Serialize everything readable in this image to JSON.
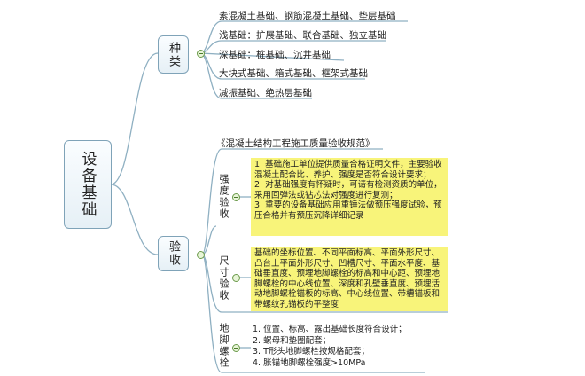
{
  "root": {
    "label": "设备基础"
  },
  "types": {
    "label": "种类",
    "items": [
      "素混凝土基础、钢筋混凝土基础、垫层基础",
      "浅基础：扩展基础、联合基础、独立基础",
      "深基础：桩基础、沉井基础",
      "大块式基础、箱式基础、框架式基础",
      "减振基础、绝热层基础"
    ]
  },
  "acceptance": {
    "label": "验收",
    "standard": "《混凝土结构工程施工质量验收规范》",
    "strength": {
      "label": "强度验收",
      "lines": [
        "1. 基础施工单位提供质量合格证明文件，主要验收混凝土配合比、养护、强度是否符合设计要求；",
        "2. 对基础强度有怀疑时，可请有检测资质的单位，采用回弹法或钻芯法对强度进行复测；",
        "3. 重要的设备基础应用重锤法做预压强度试验，预压合格并有预压沉降详细记录"
      ]
    },
    "dimension": {
      "label": "尺寸验收",
      "text": "基础的坐标位置、不同平面标高、平面外形尺寸、凸台上平面外形尺寸、凹槽尺寸、平面水平度、基础垂直度、预埋地脚螺栓的标高和中心距、预埋地脚螺栓的中心线位置、深度和孔壁垂直度、预埋活动地脚螺栓锚板的标高、中心线位置、带槽锚板和带螺纹孔锚板的平整度"
    },
    "anchor_bolts": {
      "label": "地脚螺栓",
      "lines": [
        "1. 位置、标高、露出基础长度符合设计；",
        "2. 螺母和垫圈配套；",
        "3. T形头地脚螺栓按规格配套；",
        "4. 胀锚地脚螺栓强度>10MPa"
      ]
    }
  },
  "colors": {
    "line": "#8fb0c2",
    "note": "#f8f47a"
  }
}
